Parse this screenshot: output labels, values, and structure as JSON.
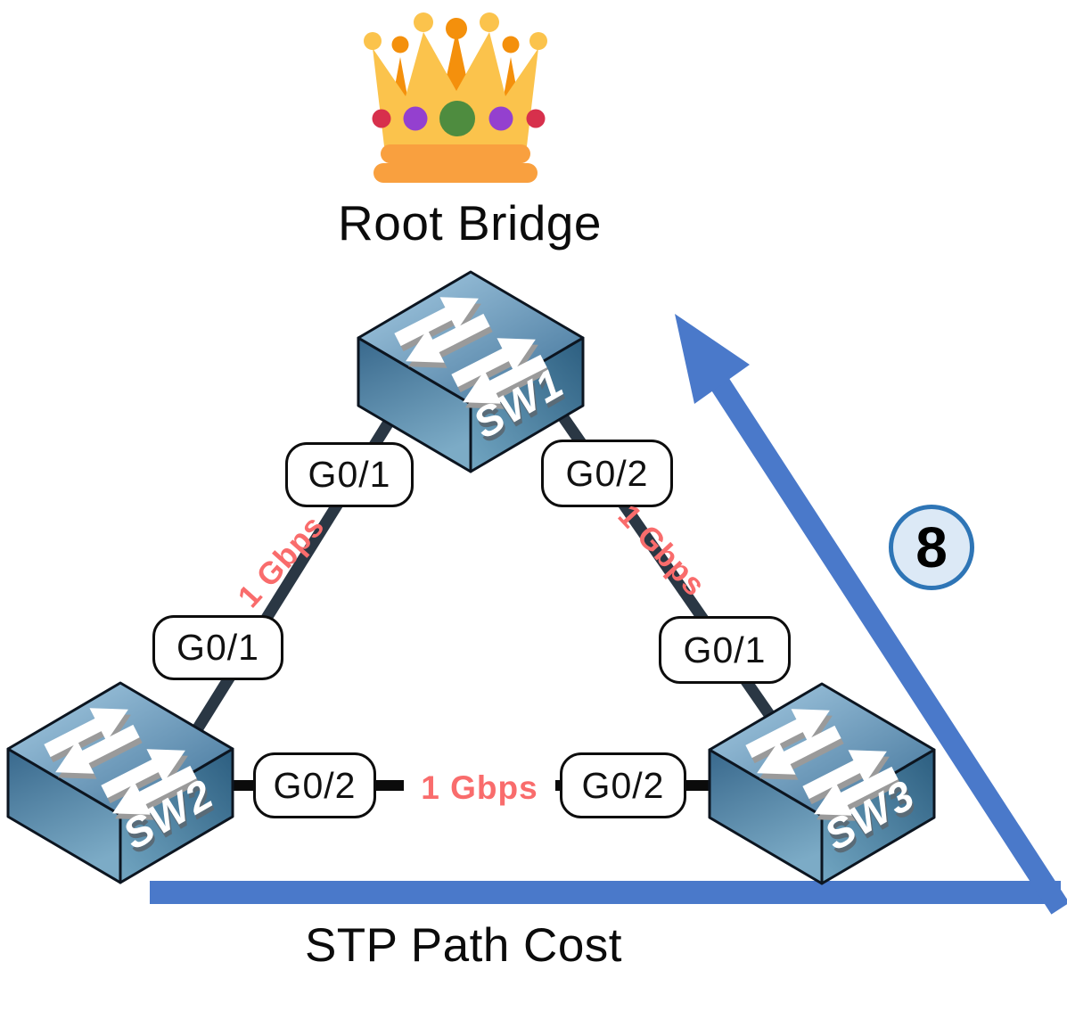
{
  "labels": {
    "root_bridge": "Root Bridge",
    "stp_path_cost": "STP Path Cost",
    "cost_badge": "8"
  },
  "switches": [
    {
      "name": "SW1"
    },
    {
      "name": "SW2"
    },
    {
      "name": "SW3"
    }
  ],
  "ports": [
    {
      "switch": "SW1",
      "label": "G0/1"
    },
    {
      "switch": "SW1",
      "label": "G0/2"
    },
    {
      "switch": "SW2",
      "label": "G0/1"
    },
    {
      "switch": "SW2",
      "label": "G0/2"
    },
    {
      "switch": "SW3",
      "label": "G0/2"
    },
    {
      "switch": "SW3",
      "label": "G0/1"
    }
  ],
  "links": [
    {
      "from": "SW1:G0/1",
      "to": "SW2:G0/1",
      "speed": "1 Gbps"
    },
    {
      "from": "SW1:G0/2",
      "to": "SW3:G0/1",
      "speed": "1 Gbps"
    },
    {
      "from": "SW2:G0/2",
      "to": "SW3:G0/2",
      "speed": "1 Gbps"
    }
  ],
  "icons": {
    "crown": "crown-icon",
    "switch": "network-switch-icon",
    "path_cost_arrow": "arrow-up-right-icon"
  },
  "colors": {
    "arrow_blue": "#4a79ca",
    "link_dark": "#2a3744",
    "link_black": "#0b0b0b",
    "speed_red": "#f96c6c",
    "badge_fill": "#dce9f6",
    "badge_border": "#2e75b6",
    "switch_top_light": "#a9cee5",
    "switch_top_dark": "#3f7198",
    "crown_gold": "#fbc34c",
    "crown_orange": "#f4900c",
    "crown_band": "#f9a03f",
    "gem_red": "#d7304c",
    "gem_purple": "#9440cf",
    "gem_green": "#4e8c3f"
  }
}
